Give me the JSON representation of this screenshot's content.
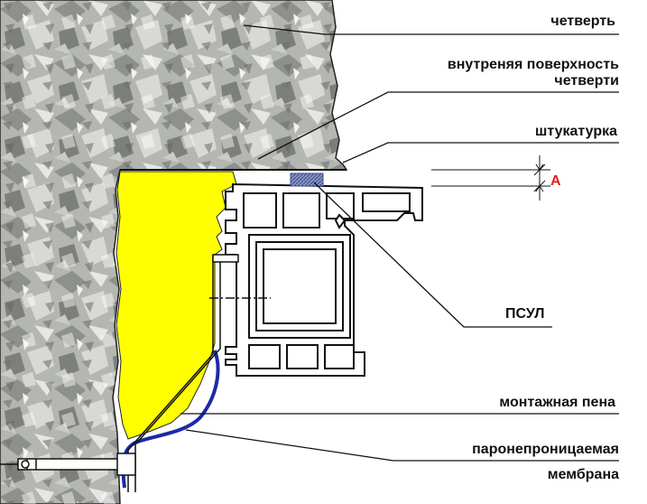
{
  "labels": {
    "quarter": "четверть",
    "inner_surface_line1": "внутреняя поверхность",
    "inner_surface_line2": "четверти",
    "plaster": "штукатурка",
    "psul": "ПСУЛ",
    "foam": "монтажная пена",
    "membrane_line1": "паронепроницаемая",
    "membrane_line2": "мембрана",
    "dimension": "А"
  },
  "colors": {
    "foam": "#ffff00",
    "membrane": "#1b2aa8",
    "dimension": "#e02020",
    "stone": "#a9aba6",
    "tape": "#6b78b8"
  }
}
